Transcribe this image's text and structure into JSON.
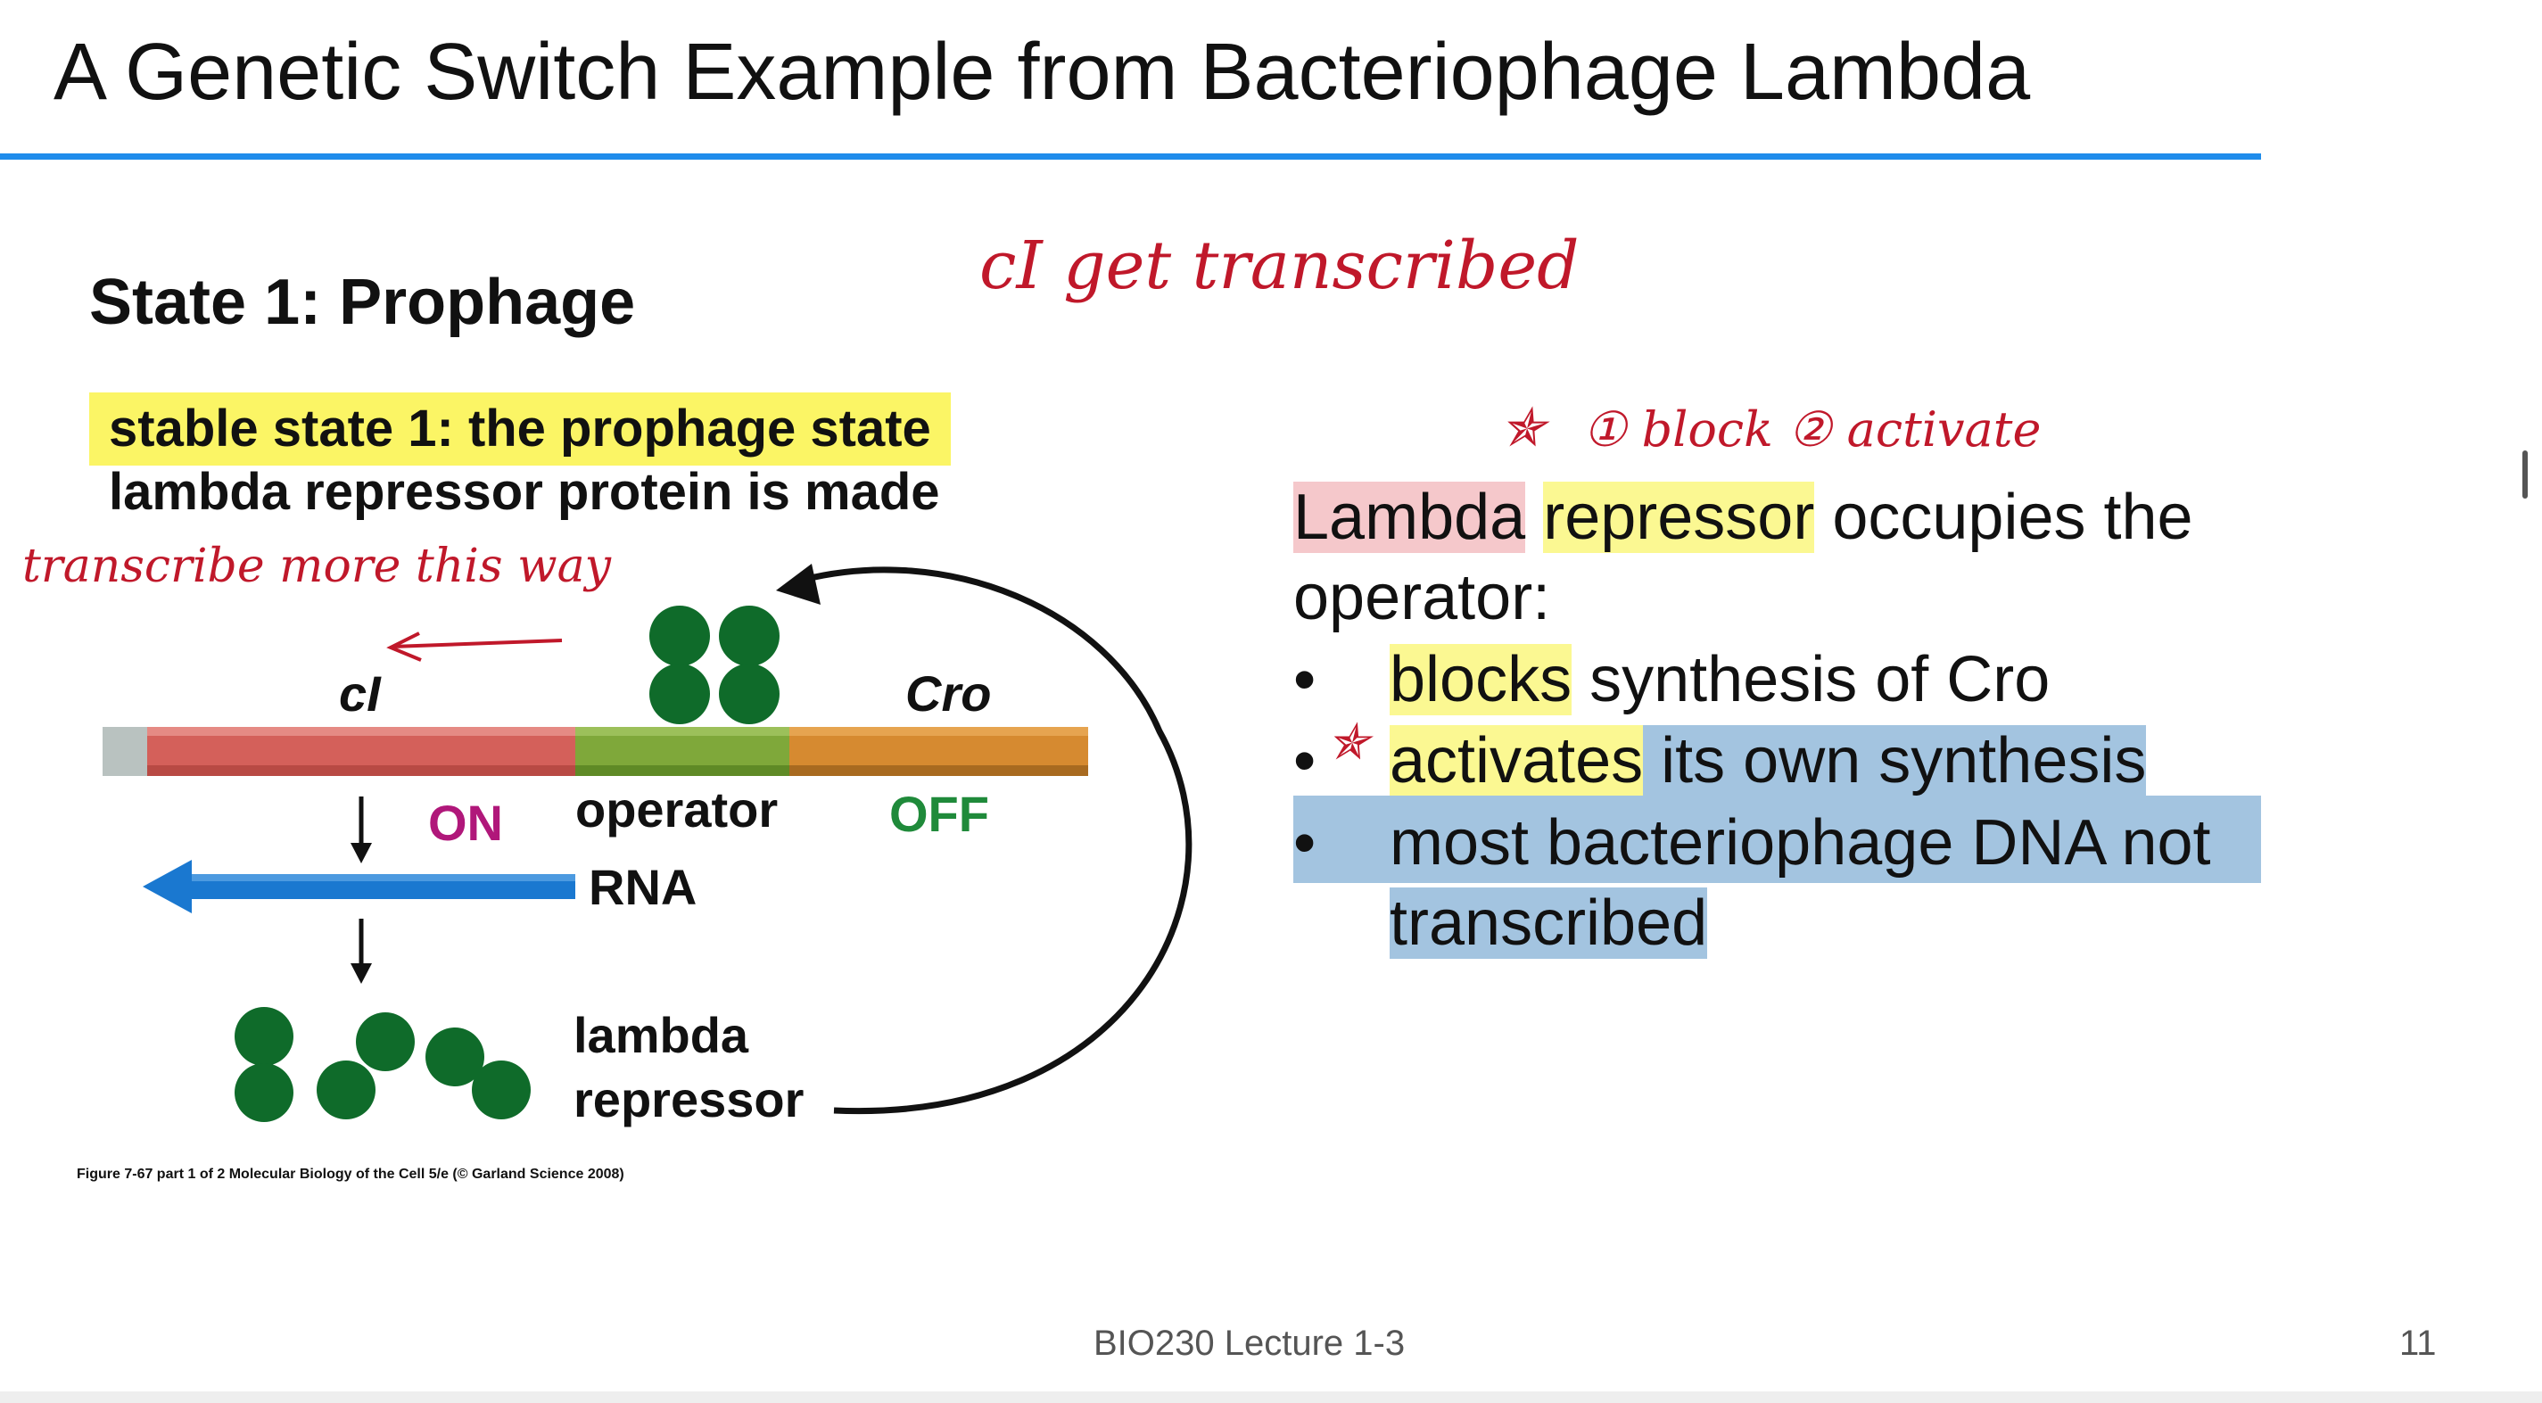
{
  "slide": {
    "title": "A Genetic Switch Example from Bacteriophage Lambda",
    "state_heading": "State 1: Prophage",
    "footer": "BIO230 Lecture 1-3",
    "page_number": "11"
  },
  "figure": {
    "label_state": "stable state 1: the prophage state",
    "label_protein": "lambda repressor protein is made",
    "gene_ci": "cI",
    "gene_cro": "Cro",
    "on_label": "ON",
    "off_label": "OFF",
    "operator_label": "operator",
    "rna_label": "RNA",
    "repressor_label_line1": "lambda",
    "repressor_label_line2": "repressor",
    "caption": "Figure 7-67 part 1 of 2  Molecular Biology of the Cell 5/e (© Garland Science 2008)",
    "colors": {
      "ci_segment": "#d4605a",
      "operator_segment": "#7fa83a",
      "cro_segment": "#d68a30",
      "rna_arrow": "#1a78d0",
      "repressor": "#0f6b2a",
      "on_text": "#b0177a",
      "off_text": "#1f8a3a"
    }
  },
  "body": {
    "line1_a": "Lambda",
    "line1_b": "repressor",
    "line1_c": " occupies the",
    "line2": "operator:",
    "bullets": [
      {
        "marker": "•",
        "text_a": "blocks",
        "text_b": " synthesis of Cro"
      },
      {
        "marker": "•",
        "text_a": "activates",
        "text_b": " its own synthesis"
      },
      {
        "marker": "•",
        "text_a": "most bacteriophage DNA not",
        "text_b": "transcribed"
      }
    ]
  },
  "annotations": {
    "ci_transcribed": "cI get transcribed",
    "block_activate": "① block ② activate",
    "transcribe_direction": "transcribe more this way",
    "star": "✯"
  }
}
